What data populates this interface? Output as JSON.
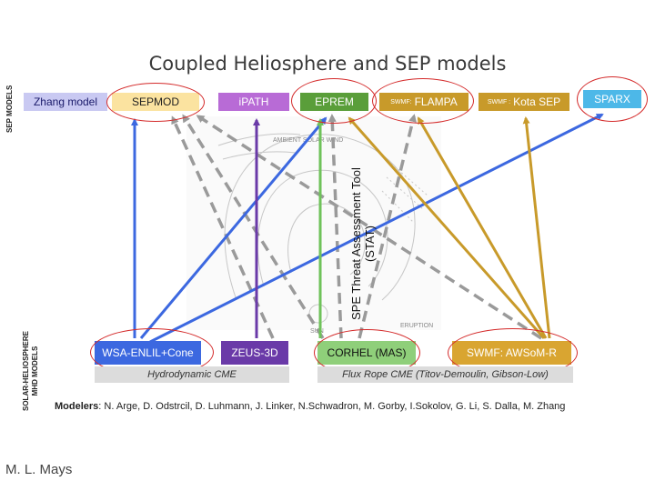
{
  "title": "Coupled Heliosphere and SEP models",
  "side_labels": {
    "sep_models": "SEP MODELS",
    "mhd_line1": "SOLAR-HELIOSPHERE",
    "mhd_line2": "MHD MODELS"
  },
  "vertical_label": {
    "line1": "SPE Threat Assessment Tool",
    "line2": "(STAT)"
  },
  "sep_models": [
    {
      "label": "Zhang model",
      "prefix": "",
      "color": "#c9c9f2"
    },
    {
      "label": "SEPMOD",
      "prefix": "",
      "color": "#fbe3a0"
    },
    {
      "label": "iPATH",
      "prefix": "",
      "color": "#b86bd6"
    },
    {
      "label": "EPREM",
      "prefix": "",
      "color": "#5a9e3a"
    },
    {
      "label": "FLAMPA",
      "prefix": "SWMF:",
      "color": "#c89a2a"
    },
    {
      "label": "Kota SEP",
      "prefix": "SWMF :",
      "color": "#c89a2a"
    },
    {
      "label": "SPARX",
      "prefix": "",
      "color": "#4db8e8"
    }
  ],
  "mhd_models": [
    {
      "label": "WSA-ENLIL+Cone",
      "color": "#3c68e0"
    },
    {
      "label": "ZEUS-3D",
      "color": "#6a3aa8"
    },
    {
      "label": "CORHEL (MAS)",
      "color": "#8fcf7a"
    },
    {
      "label": "SWMF: AWSoM-R",
      "color": "#d9a531"
    }
  ],
  "bands": {
    "hydro": "Hydrodynamic CME",
    "flux": "Flux Rope CME (Titov-Demoulin, Gibson-Low)"
  },
  "sketch_labels": {
    "ambient": "AMBIENT SOLAR WIND",
    "sun": "SUN",
    "eruption": "ERUPTION"
  },
  "modelers": {
    "prefix": "Modelers",
    "names": ": N. Arge, D. Odstrcil, D. Luhmann, J. Linker, N.Schwadron, M. Gorby, I.Sokolov, G. Li, S. Dalla, M. Zhang"
  },
  "author": "M. L. Mays"
}
